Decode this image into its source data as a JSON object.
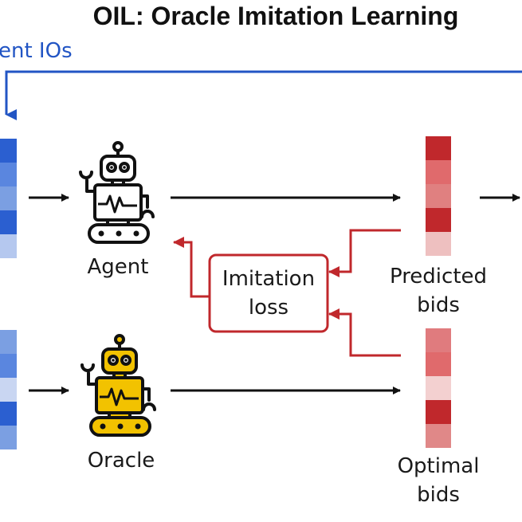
{
  "title": "OIL: Oracle Imitation Learning",
  "feedback_label": "ent IOs",
  "agent_label": "Agent",
  "oracle_label": "Oracle",
  "loss_label_line1": "Imitation",
  "loss_label_line2": "loss",
  "predicted_line1": "Predicted",
  "predicted_line2": "bids",
  "optimal_line1": "Optimal",
  "optimal_line2": "bids",
  "colors": {
    "blue_line": "#2255c4",
    "red_line": "#c0282c",
    "oracle_yellow": "#f2c200",
    "agent_black": "#111111"
  },
  "top_input_cells": [
    "#2b5fd0",
    "#5a86df",
    "#7b9fe2",
    "#2b5fd0",
    "#b5c8ef"
  ],
  "bottom_input_cells": [
    "#7b9fe2",
    "#5a86df",
    "#c9d6f2",
    "#2b5fd0",
    "#7b9fe2"
  ],
  "predicted_cells": [
    "#c0282c",
    "#e06a6c",
    "#e08080",
    "#c0282c",
    "#eec0c0"
  ],
  "optimal_cells": [
    "#e07b7e",
    "#e06a6c",
    "#f3d0d0",
    "#c0282c",
    "#e08888"
  ]
}
